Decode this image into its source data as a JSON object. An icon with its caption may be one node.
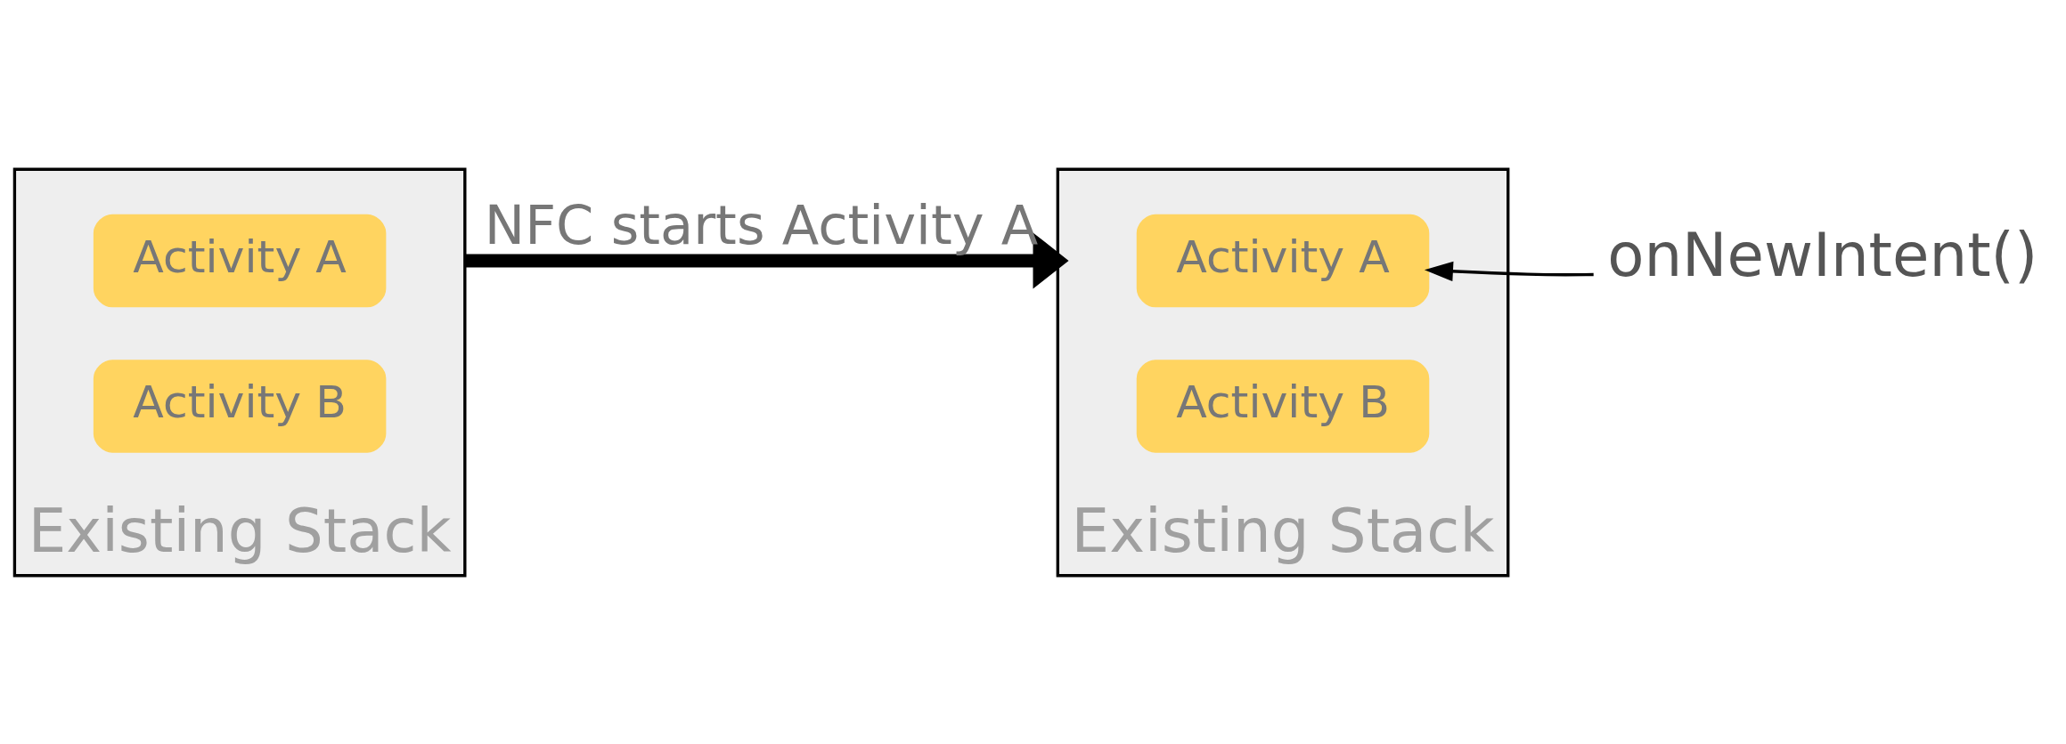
{
  "diagram": {
    "nodes": [
      {
        "text": [
          "Existing Stack"
        ]
      },
      {
        "text": [
          "Activity A"
        ],
        "in": 0
      },
      {
        "text": [
          "Activity B"
        ],
        "in": 0
      },
      {
        "text": [
          "Existing Stack"
        ]
      },
      {
        "text": [
          "Activity A"
        ],
        "in": 3
      },
      {
        "text": [
          "Activity B"
        ],
        "in": 3
      },
      {
        "text": [
          "onNewIntent()"
        ]
      }
    ],
    "edges": [
      {
        "from": 0,
        "to": 3,
        "arrow": "to",
        "label": "NFC starts Activity A",
        "style": "thick"
      },
      {
        "from": 6,
        "to": 4,
        "arrow": "to"
      }
    ]
  }
}
